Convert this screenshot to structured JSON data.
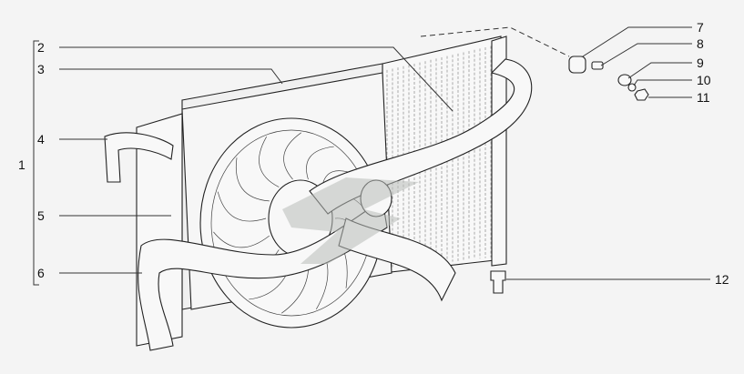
{
  "diagram": {
    "title": "Radiator and cooling fan assembly exploded view",
    "callouts": {
      "c1": "1",
      "c2": "2",
      "c3": "3",
      "c4": "4",
      "c5": "5",
      "c6": "6",
      "c7": "7",
      "c8": "8",
      "c9": "9",
      "c10": "10",
      "c11": "11",
      "c12": "12"
    },
    "colors": {
      "background": "#f4f4f4",
      "line": "#222222",
      "watermark": "#b8bcb8"
    }
  }
}
